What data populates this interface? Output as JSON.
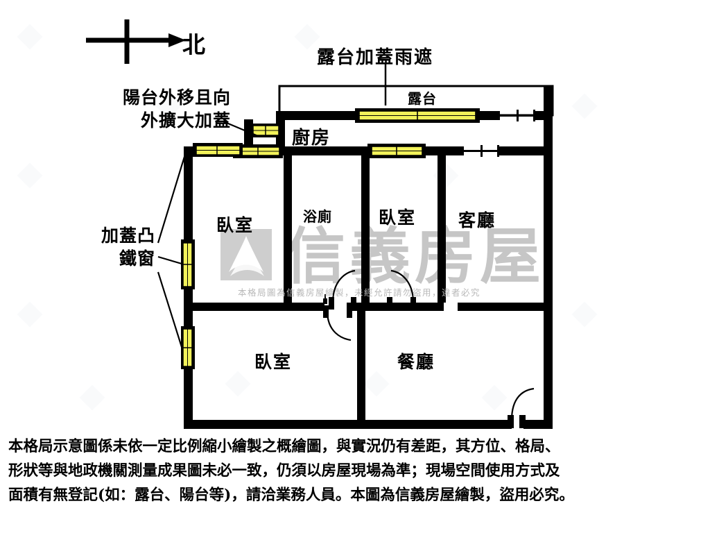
{
  "compass": {
    "label": "北",
    "direction": "right"
  },
  "annotations": [
    {
      "id": "terrace-canopy",
      "text": "露台加蓋雨遮"
    },
    {
      "id": "balcony-extend",
      "line1": "陽台外移且向",
      "line2": "外擴大加蓋"
    },
    {
      "id": "iron-window",
      "line1": "加蓋凸",
      "line2": "鐵窗"
    }
  ],
  "rooms": {
    "terrace": "露台",
    "kitchen": "廚房",
    "bedroom_left": "臥室",
    "bathroom": "浴廁",
    "bedroom_mid": "臥室",
    "living": "客廳",
    "bedroom_bottom": "臥室",
    "dining": "餐廳"
  },
  "watermark": {
    "brand": "信義房屋",
    "notice": "本格局圖為信義房屋繪製，未經允許請勿盜用，違者必究"
  },
  "disclaimer": {
    "line1": "本格局示意圖係未依一定比例縮小繪製之概繪圖，與實況仍有差距，其方位、格局、",
    "line2": "形狀等與地政機關測量成果圖未必一致，仍須以房屋現場為準；現場空間使用方式及",
    "line3": "面積有無登記(如：露台、陽台等)，請洽業務人員。本圖為信義房屋繪製，盜用必究。"
  },
  "colors": {
    "wall": "#000000",
    "window_fill": "#f2f25a",
    "window_stroke": "#000000",
    "background": "#ffffff",
    "watermark_gray": "#a8a8a8"
  }
}
